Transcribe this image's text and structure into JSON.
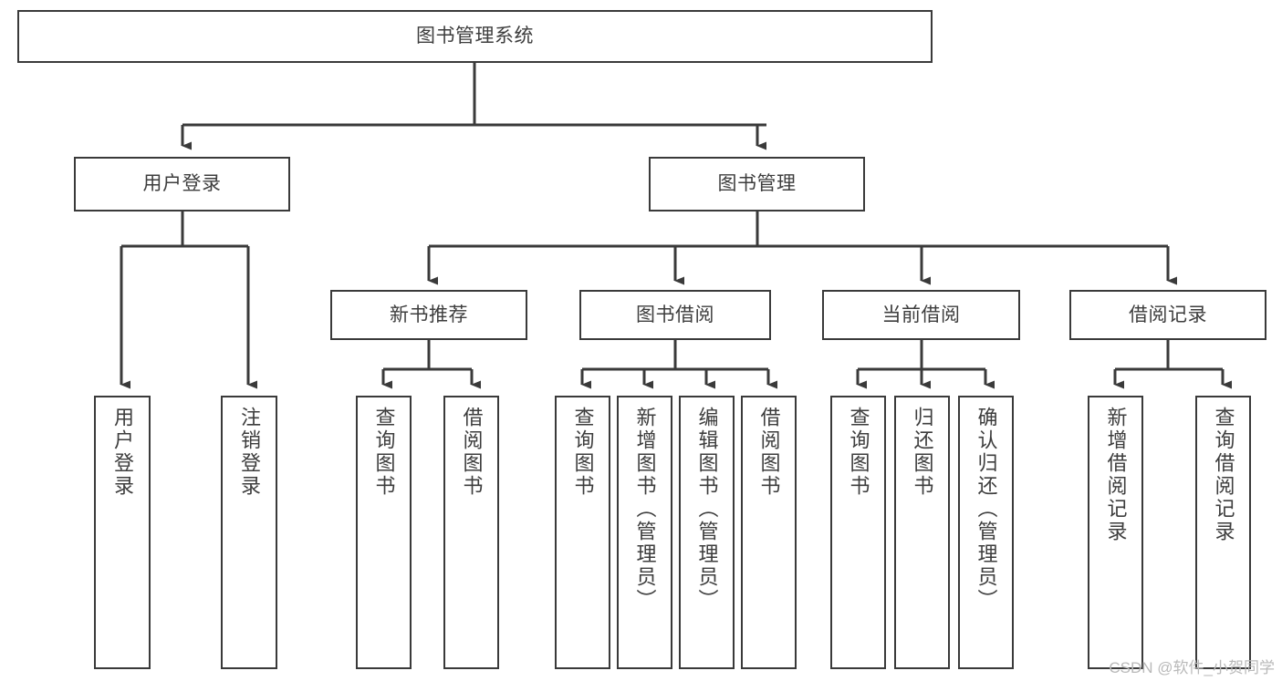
{
  "diagram": {
    "title_node": {
      "label": "图书管理系统"
    },
    "level2": [
      {
        "label": "用户登录"
      },
      {
        "label": "图书管理"
      }
    ],
    "level3": [
      {
        "label": "新书推荐"
      },
      {
        "label": "图书借阅"
      },
      {
        "label": "当前借阅"
      },
      {
        "label": "借阅记录"
      }
    ],
    "leaves": [
      {
        "label": "用户登录",
        "parent": "用户登录"
      },
      {
        "label": "注销登录",
        "parent": "用户登录"
      },
      {
        "label": "查询图书",
        "parent": "新书推荐"
      },
      {
        "label": "借阅图书",
        "parent": "新书推荐"
      },
      {
        "label": "查询图书",
        "parent": "图书借阅"
      },
      {
        "label": "新增图书（管理员）",
        "parent": "图书借阅"
      },
      {
        "label": "编辑图书（管理员）",
        "parent": "图书借阅"
      },
      {
        "label": "借阅图书",
        "parent": "图书借阅"
      },
      {
        "label": "查询图书",
        "parent": "当前借阅"
      },
      {
        "label": "归还图书",
        "parent": "当前借阅"
      },
      {
        "label": "确认归还（管理员）",
        "parent": "当前借阅"
      },
      {
        "label": "新增借阅记录",
        "parent": "借阅记录"
      },
      {
        "label": "查询借阅记录",
        "parent": "借阅记录"
      }
    ],
    "watermark": "CSDN @软件_小贺同学",
    "colors": {
      "stroke": "#3a3a3a",
      "text": "#3d3d3d",
      "background": "#ffffff",
      "watermark": "#b9b9b9"
    }
  }
}
